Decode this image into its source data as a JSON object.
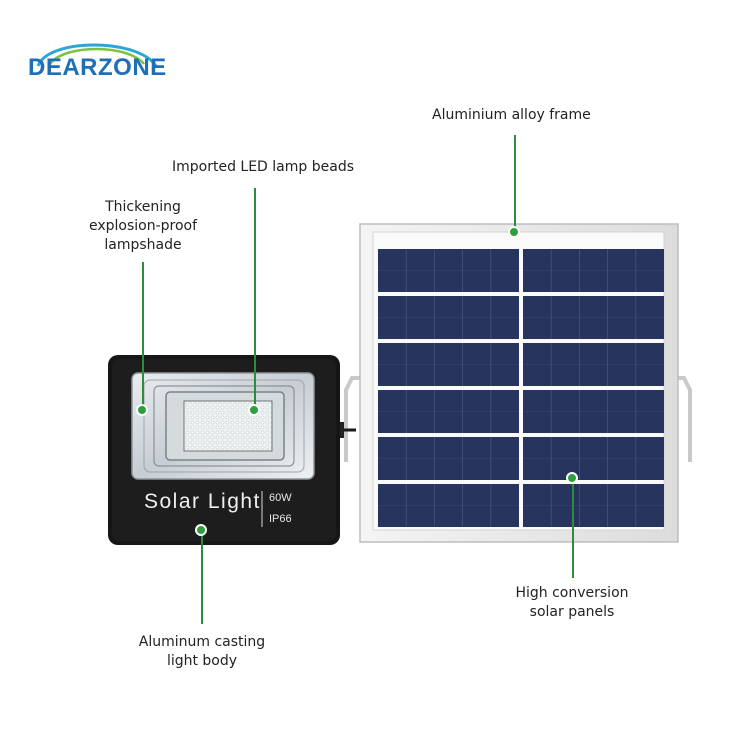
{
  "brand": {
    "name": "DEARZONE"
  },
  "product": {
    "lamp_title": "Solar Light",
    "wattage": "60W",
    "rating": "IP66"
  },
  "callouts": {
    "frame": "Aluminium alloy frame",
    "led": "Imported LED lamp beads",
    "lampshade_line1": "Thickening",
    "lampshade_line2": "explosion-proof",
    "lampshade_line3": "lampshade",
    "panels_line1": "High conversion",
    "panels_line2": "solar panels",
    "body_line1": "Aluminum casting",
    "body_line2": "light body"
  },
  "colors": {
    "accent_green": "#2e9e41",
    "brand_blue": "#1e6fb8",
    "panel_cell": "#27345e",
    "lamp_body": "#1a1a1a"
  }
}
